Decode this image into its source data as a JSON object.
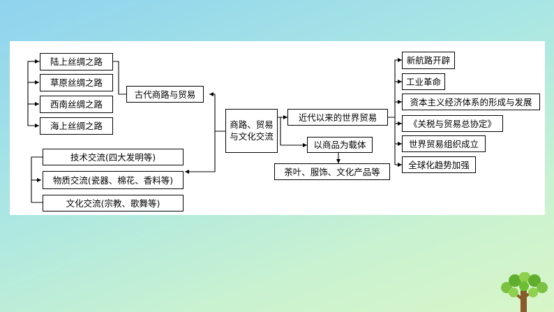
{
  "diagram": {
    "center": "商路、贸易与文化交流",
    "left": {
      "ancient_routes": "古代商路与贸易",
      "silk_roads": [
        "陆上丝绸之路",
        "草原丝绸之路",
        "西南丝绸之路",
        "海上丝绸之路"
      ],
      "exchanges": [
        "技术交流(四大发明等)",
        "物质交流(瓷器、棉花、香料等)",
        "文化交流(宗教、歌舞等)"
      ]
    },
    "right": {
      "modern_trade": "近代以来的世界贸易",
      "goods_carrier": "以商品为载体",
      "goods_examples": "茶叶、服饰、文化产品等",
      "modern_items": [
        "新航路开辟",
        "工业革命",
        "资本主义经济体系的形成与发展",
        "《关税与贸易总协定》",
        "世界贸易组织成立",
        "全球化趋势加强"
      ]
    }
  },
  "colors": {
    "line": "#000000",
    "box_border": "#000000",
    "panel": "#ffffff"
  },
  "decoration": {
    "icon": "tree-icon"
  }
}
